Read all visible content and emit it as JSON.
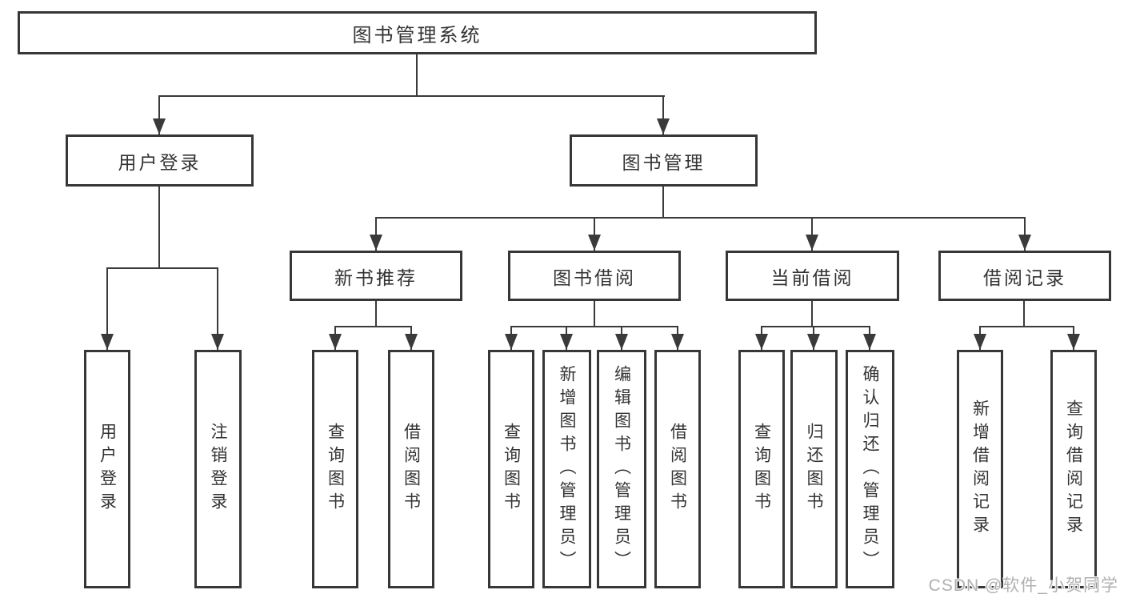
{
  "tree": {
    "label": "图书管理系统",
    "children": [
      {
        "label": "用户登录",
        "children": [
          {
            "label": "用户登录"
          },
          {
            "label": "注销登录"
          }
        ]
      },
      {
        "label": "图书管理",
        "children": [
          {
            "label": "新书推荐",
            "children": [
              {
                "label": "查询图书"
              },
              {
                "label": "借阅图书"
              }
            ]
          },
          {
            "label": "图书借阅",
            "children": [
              {
                "label": "查询图书"
              },
              {
                "label": "新增图书（管理员）"
              },
              {
                "label": "编辑图书（管理员）"
              },
              {
                "label": "借阅图书"
              }
            ]
          },
          {
            "label": "当前借阅",
            "children": [
              {
                "label": "查询图书"
              },
              {
                "label": "归还图书"
              },
              {
                "label": "确认归还（管理员）"
              }
            ]
          },
          {
            "label": "借阅记录",
            "children": [
              {
                "label": "新增借阅记录"
              },
              {
                "label": "查询借阅记录"
              }
            ]
          }
        ]
      }
    ]
  },
  "watermark": {
    "text": "CSDN @软件_小贺同学"
  },
  "colors": {
    "line": "#3a3a3a",
    "box_border": "#373737",
    "box_fill": "#ffffff",
    "text": "#333333",
    "background": "#ffffff",
    "watermark": "#b0b0b0"
  }
}
